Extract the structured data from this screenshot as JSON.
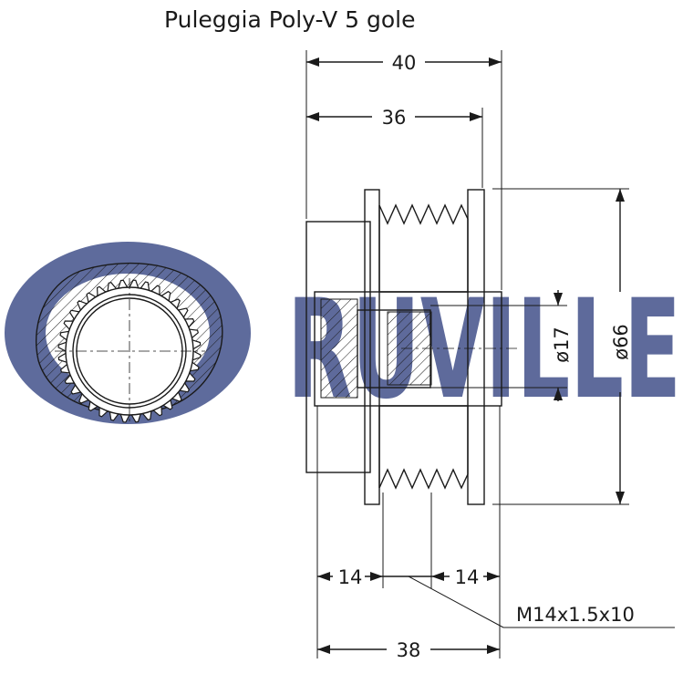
{
  "title": "Puleggia Poly-V 5 gole",
  "watermark": {
    "text": "RUVILLE",
    "color": "#3b4a86"
  },
  "dimensions": {
    "overall_length": "40",
    "pulley_length": "36",
    "shaft_diameter": "ø17",
    "outer_diameter": "ø66",
    "left_offset": "14",
    "right_offset": "14",
    "base_length": "38",
    "thread": "M14x1.5x10"
  },
  "colors": {
    "line": "#1a1a1a",
    "background": "#ffffff"
  }
}
